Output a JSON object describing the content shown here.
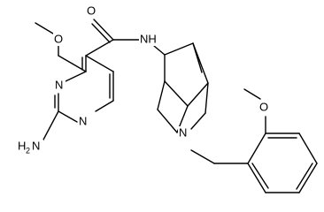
{
  "molecule": {
    "atom_labels": {
      "carbonyl_oxygen": "O",
      "methoxy_oxygen_pyrimidine": "O",
      "ring_nitrogen_upper": "N",
      "ring_nitrogen_lower": "N",
      "amino_group": "H",
      "amino_subscript": "2",
      "amino_nitrogen": "N",
      "amide_nitrogen": "NH",
      "bicyclic_nitrogen": "N",
      "methoxy_oxygen_benzene": "O"
    }
  }
}
